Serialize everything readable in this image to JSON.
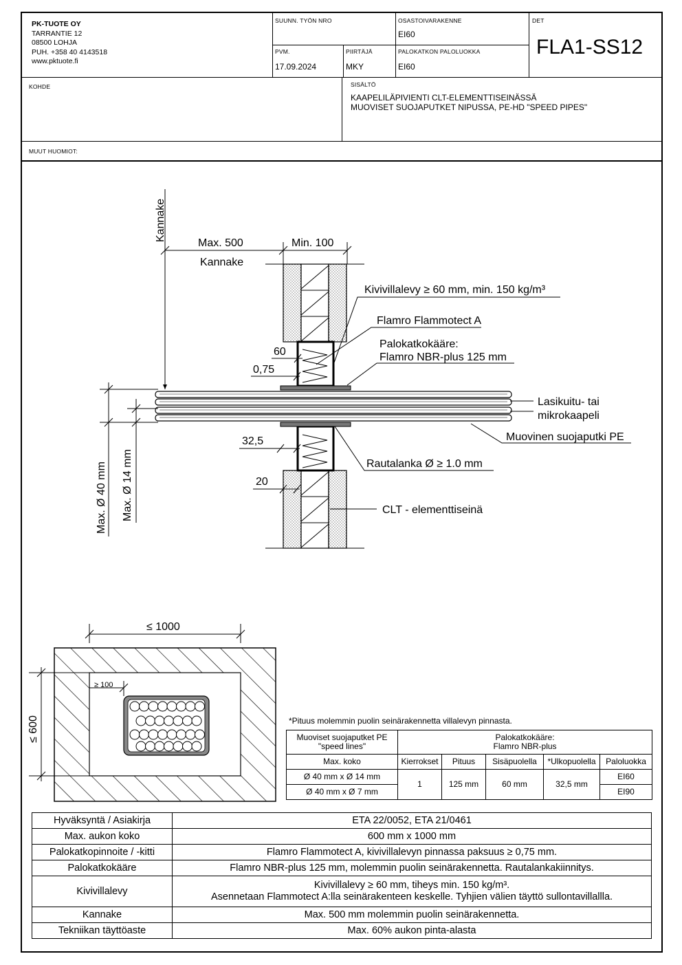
{
  "company": {
    "name": "PK-TUOTE OY",
    "street": "TARRANTIE 12",
    "postal": "08500 LOHJA",
    "phone": "PUH. +358 40 4143518",
    "web": "www.pktuote.fi"
  },
  "header": {
    "work_no_label": "SUUNN. TYÖN NRO",
    "work_no_value": "",
    "compartment_label": "OSASTOIVARAKENNE",
    "compartment_value": "EI60",
    "det_label": "DET",
    "det_value": "FLA1-SS12",
    "date_label": "PVM.",
    "date_value": "17.09.2024",
    "drawer_label": "PIIRTÄJÄ",
    "drawer_value": "MKY",
    "fire_class_label": "PALOKATKON PALOLUOKKA",
    "fire_class_value": "EI60",
    "kohde_label": "KOHDE",
    "kohde_value": "",
    "sisalto_label": "SISÄLTÖ",
    "sisalto_line1": "KAAPELILÄPIVIENTI CLT-ELEMENTTISEINÄSSÄ",
    "sisalto_line2": "MUOVISET SUOJAPUTKET NIPUSSA, PE-HD \"SPEED PIPES\"",
    "notes_label": "MUUT HUOMIOT:",
    "notes_value": ""
  },
  "section": {
    "support_vertical": "Kannake",
    "max500": "Max. 500",
    "support": "Kannake",
    "min100": "Min. 100",
    "mineral_wool": "Kivivillalevy ≥ 60 mm, min. 150 kg/m³",
    "flammotect": "Flamro Flammotect A",
    "wrap_line1": "Palokatkokääre:",
    "wrap_line2": "Flamro NBR-plus 125 mm",
    "dim60": "60",
    "dim075": "0,75",
    "cable_line1": "Lasikuitu- tai",
    "cable_line2": "mikrokaapeli",
    "pe_pipe": "Muovinen suojaputki PE",
    "dim325": "32,5",
    "wire": "Rautalanka Ø ≥ 1.0 mm",
    "dim20": "20",
    "clt": "CLT - elementtiseinä",
    "max40": "Max. Ø 40 mm",
    "max14": "Max. Ø 14 mm"
  },
  "opening": {
    "width": "≤ 1000",
    "height": "≤ 600",
    "min_gap": "≥ 100"
  },
  "pipe_table": {
    "note": "*Pituus molemmin puolin seinärakennetta villalevyn pinnasta.",
    "head_pipes_l1": "Muoviset suojaputket PE",
    "head_pipes_l2": "\"speed lines\"",
    "head_wrap_l1": "Palokatkokääre:",
    "head_wrap_l2": "Flamro NBR-plus",
    "col_size": "Max. koko",
    "col_turns": "Kierrokset",
    "col_length": "Pituus",
    "col_inside": "Sisäpuolella",
    "col_outside": "*Ulkopuolella",
    "col_class": "Paloluokka",
    "row1_size": "Ø 40 mm x Ø 14 mm",
    "row2_size": "Ø 40 mm x Ø 7 mm",
    "turns": "1",
    "length": "125 mm",
    "inside": "60 mm",
    "outside": "32,5 mm",
    "row1_class": "EI60",
    "row2_class": "EI90"
  },
  "spec_table": [
    {
      "label": "Hyväksyntä / Asiakirja",
      "value": "ETA 22/0052, ETA 21/0461"
    },
    {
      "label": "Max. aukon koko",
      "value": "600 mm x 1000 mm"
    },
    {
      "label": "Palokatkopinnoite / -kitti",
      "value": "Flamro Flammotect A, kivivillalevyn pinnassa paksuus ≥ 0,75 mm."
    },
    {
      "label": "Palokatkokääre",
      "value": "Flamro NBR-plus 125 mm, molemmin puolin seinärakennetta. Rautalankakiinnitys."
    },
    {
      "label": "Kivivillalevy",
      "value": "Kivivillalevy ≥ 60 mm, tiheys min. 150 kg/m³.",
      "value2": "Asennetaan Flammotect A:lla seinärakenteen keskelle. Tyhjien välien täyttö sullontavillallla."
    },
    {
      "label": "Kannake",
      "value": "Max. 500 mm molemmin puolin seinärakennetta."
    },
    {
      "label": "Tekniikan täyttöaste",
      "value": "Max. 60% aukon pinta-alasta"
    }
  ]
}
